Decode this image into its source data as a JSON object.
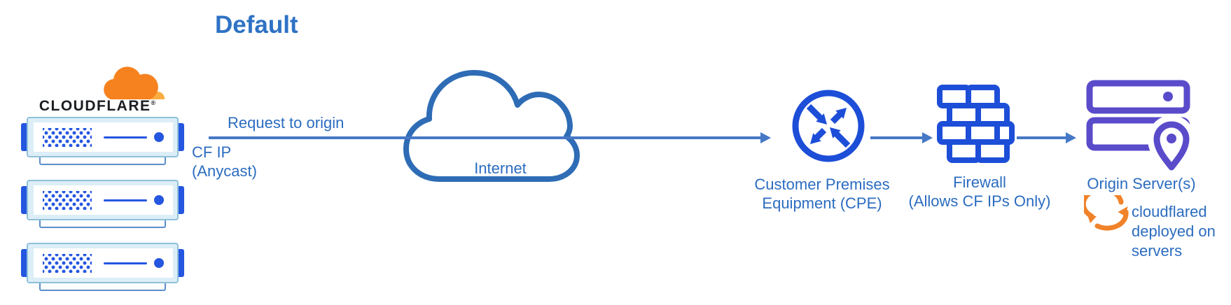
{
  "diagram": {
    "title": "Default",
    "type": "network-architecture"
  },
  "cloudflare": {
    "wordmark": "CLOUDFLARE",
    "registered_mark": "®",
    "server_rack_count": 3
  },
  "edge_labels": {
    "request": "Request to origin",
    "cf_ip_line1": "CF IP",
    "cf_ip_line2": "(Anycast)"
  },
  "nodes": {
    "internet": {
      "label": "Internet"
    },
    "cpe": {
      "label_line1": "Customer Premises",
      "label_line2": "Equipment (CPE)"
    },
    "firewall": {
      "label_line1": "Firewall",
      "label_line2": "(Allows CF IPs Only)"
    },
    "origin": {
      "label": "Origin Server(s)",
      "note_line1": "cloudflared",
      "note_line2": "deployed on",
      "note_line3": "servers"
    }
  },
  "icons": {
    "cloudflare_logo": "cloudflare-cloud-logo",
    "server_rack": "server-rack-icon",
    "internet": "cloud-outline-icon",
    "cpe": "router-arrows-circle-icon",
    "firewall": "brick-wall-icon",
    "origin": "server-stack-location-pin-icon",
    "cloudflared": "sync-arrows-icon"
  },
  "colors": {
    "title_blue": "#2e72c4",
    "label_blue": "#2b6cc0",
    "arrow_blue": "#4678c6",
    "icon_blue": "#1d4ed8",
    "server_detail_blue": "#2456e0",
    "cloud_stroke_blue": "#2e6cb5",
    "origin_purple": "#5a4bcb",
    "cloudflare_orange": "#f6821f",
    "cloudflare_orange_light": "#fbad41",
    "sync_orange": "#f08229"
  }
}
